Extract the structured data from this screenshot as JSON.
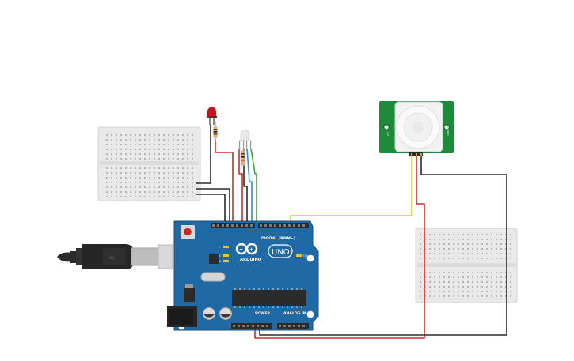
{
  "arduino": {
    "brand": "ARDUINO",
    "model": "UNO",
    "digital_label": "DIGITAL (PWM~)",
    "power_label": "POWER",
    "analog_label": "ANALOG IN",
    "on_label": "ON",
    "tx_label": "TX",
    "rx_label": "RX",
    "l_label": "L",
    "color": "#1f6aa5"
  },
  "pir_sensor": {
    "color": "#1e8b3a"
  },
  "led": {
    "color": "#c0161b"
  },
  "wires": {
    "red": "#d42a2a",
    "black": "#2b2b2b",
    "yellow": "#e8c51a",
    "blue": "#2b8fd6",
    "green": "#3aa83a"
  }
}
